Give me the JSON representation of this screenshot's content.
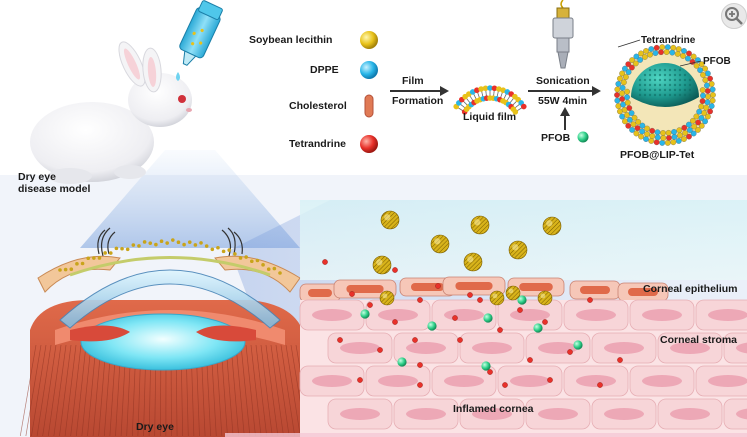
{
  "model_label_line1": "Dry eye",
  "model_label_line2": "disease model",
  "legend": {
    "soybean_lecithin": "Soybean lecithin",
    "dppe": "DPPE",
    "cholesterol": "Cholesterol",
    "tetrandrine": "Tetrandrine"
  },
  "film_label_line1": "Film",
  "film_label_line2": "Formation",
  "liquid_film": "Liquid film",
  "sonication_line1": "Sonication",
  "sonication_line2": "55W 4min",
  "pfob": "PFOB",
  "particle_labels": {
    "tetrandrine": "Tetrandrine",
    "pfob": "PFOB",
    "product": "PFOB@LIP-Tet"
  },
  "tissue_labels": {
    "epithelium": "Corneal epithelium",
    "stroma": "Corneal stroma",
    "inflamed": "Inflamed cornea",
    "dry_eye": "Dry eye"
  },
  "colors": {
    "lecithin": "#e8c21a",
    "dppe": "#29b6e8",
    "cholesterol": "#e07a55",
    "tetrandrine": "#e8312a",
    "pfob": "#2fd18a",
    "core": "#1e9a8f",
    "tissue": "#f7d5d8"
  }
}
